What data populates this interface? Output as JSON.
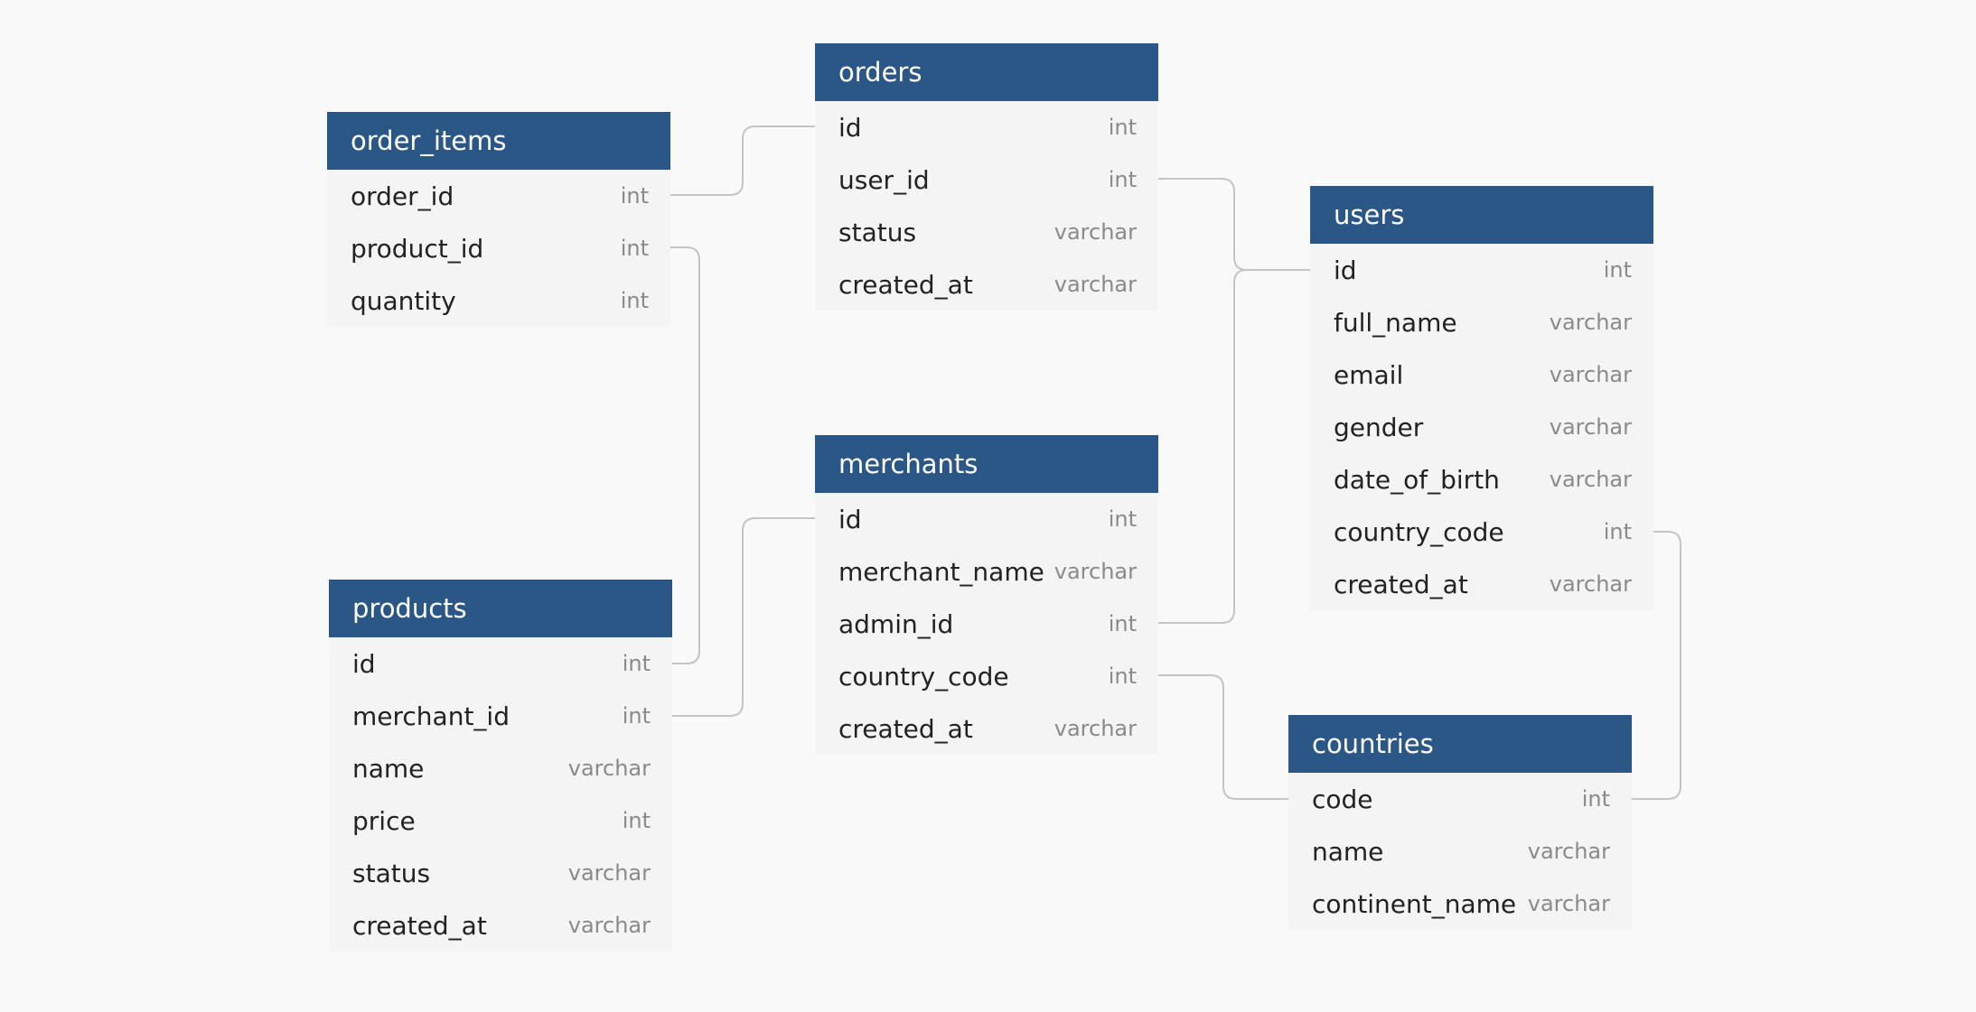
{
  "tables": [
    {
      "id": "orders",
      "name": "orders",
      "columns": [
        {
          "name": "id",
          "type": "int"
        },
        {
          "name": "user_id",
          "type": "int"
        },
        {
          "name": "status",
          "type": "varchar"
        },
        {
          "name": "created_at",
          "type": "varchar"
        }
      ]
    },
    {
      "id": "order_items",
      "name": "order_items",
      "columns": [
        {
          "name": "order_id",
          "type": "int"
        },
        {
          "name": "product_id",
          "type": "int"
        },
        {
          "name": "quantity",
          "type": "int"
        }
      ]
    },
    {
      "id": "users",
      "name": "users",
      "columns": [
        {
          "name": "id",
          "type": "int"
        },
        {
          "name": "full_name",
          "type": "varchar"
        },
        {
          "name": "email",
          "type": "varchar"
        },
        {
          "name": "gender",
          "type": "varchar"
        },
        {
          "name": "date_of_birth",
          "type": "varchar"
        },
        {
          "name": "country_code",
          "type": "int"
        },
        {
          "name": "created_at",
          "type": "varchar"
        }
      ]
    },
    {
      "id": "merchants",
      "name": "merchants",
      "columns": [
        {
          "name": "id",
          "type": "int"
        },
        {
          "name": "merchant_name",
          "type": "varchar"
        },
        {
          "name": "admin_id",
          "type": "int"
        },
        {
          "name": "country_code",
          "type": "int"
        },
        {
          "name": "created_at",
          "type": "varchar"
        }
      ]
    },
    {
      "id": "products",
      "name": "products",
      "columns": [
        {
          "name": "id",
          "type": "int"
        },
        {
          "name": "merchant_id",
          "type": "int"
        },
        {
          "name": "name",
          "type": "varchar"
        },
        {
          "name": "price",
          "type": "int"
        },
        {
          "name": "status",
          "type": "varchar"
        },
        {
          "name": "created_at",
          "type": "varchar"
        }
      ]
    },
    {
      "id": "countries",
      "name": "countries",
      "columns": [
        {
          "name": "code",
          "type": "int"
        },
        {
          "name": "name",
          "type": "varchar"
        },
        {
          "name": "continent_name",
          "type": "varchar"
        }
      ]
    }
  ],
  "relationships": [
    {
      "from": "order_items.order_id",
      "to": "orders.id"
    },
    {
      "from": "order_items.product_id",
      "to": "products.id"
    },
    {
      "from": "orders.user_id",
      "to": "users.id"
    },
    {
      "from": "merchants.admin_id",
      "to": "users.id"
    },
    {
      "from": "products.merchant_id",
      "to": "merchants.id"
    },
    {
      "from": "merchants.country_code",
      "to": "countries.code"
    },
    {
      "from": "users.country_code",
      "to": "countries.code"
    }
  ],
  "colors": {
    "header": "#2b5786",
    "header_text": "#ffffff",
    "row_background": "#f4f4f4",
    "canvas": "#f9f9f9",
    "connector": "#c4c4c4",
    "type_text": "#8a8a8a"
  }
}
